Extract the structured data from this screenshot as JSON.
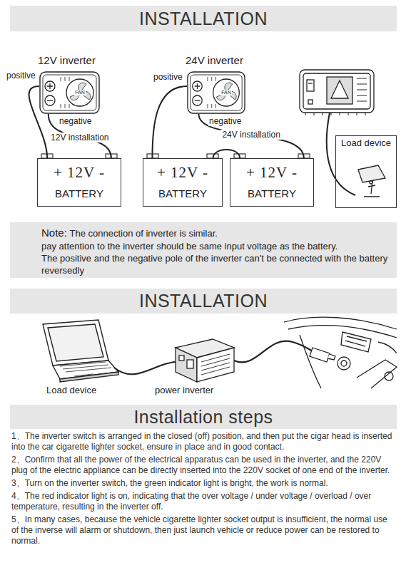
{
  "diagram": {
    "nodes": [
      {
        "text": [
          "INSTALLATION"
        ]
      },
      {
        "text": [
          "12V inverter",
          "FAN"
        ]
      },
      {
        "text": [
          "24V inverter",
          "FAN"
        ]
      },
      {
        "text": [
          "+ 12V -",
          "BATTERY"
        ]
      },
      {
        "text": [
          "+ 12V -",
          "BATTERY"
        ]
      },
      {
        "text": [
          "+ 12V -",
          "BATTERY"
        ]
      },
      {
        "text": [
          "Load device"
        ]
      },
      {
        "text": [
          "Note:",
          "The connection of inverter is similar.",
          "pay attention to the inverter should be same input voltage as the battery.",
          "The positive and the negative pole of the inverter can't be connected with the battery reversedly"
        ]
      },
      {
        "text": [
          "INSTALLATION"
        ]
      },
      {
        "text": [
          "Installation steps"
        ]
      }
    ],
    "edges": [
      {
        "from": 1,
        "to": 3,
        "arrow": "none"
      },
      {
        "from": 1,
        "to": 3,
        "label": "12V installation",
        "arrow": "none"
      },
      {
        "from": 2,
        "to": 4,
        "arrow": "none"
      },
      {
        "from": 2,
        "to": 5,
        "label": "24V installation",
        "arrow": "none"
      },
      {
        "from": 4,
        "to": 5,
        "arrow": "none"
      }
    ],
    "labels": [
      "positive",
      "negative",
      "positive",
      "negative",
      "Load device",
      "power inverter",
      "1、The inverter switch is arranged in the closed (off) position, and then put the cigar head is inserted into the car cigarette lighter socket, ensure in place and in good contact.",
      "2、Confirm that all the power of the electrical apparatus can be used in the inverter, and the 220V plug of the electric appliance can be directly inserted into the 220V socket of one end of the inverter.",
      "3、Turn on the inverter switch, the green indicator light is bright, the work is normal.",
      "4、The red indicator light is on, indicating that the over voltage / under voltage / overload / over temperature, resulting in the inverter off.",
      "5、In many cases, because the vehicle cigarette lighter socket output is insufficient, the normal use of the inverse will alarm or shutdown, then just launch vehicle or reduce power can be restored to normal."
    ]
  }
}
